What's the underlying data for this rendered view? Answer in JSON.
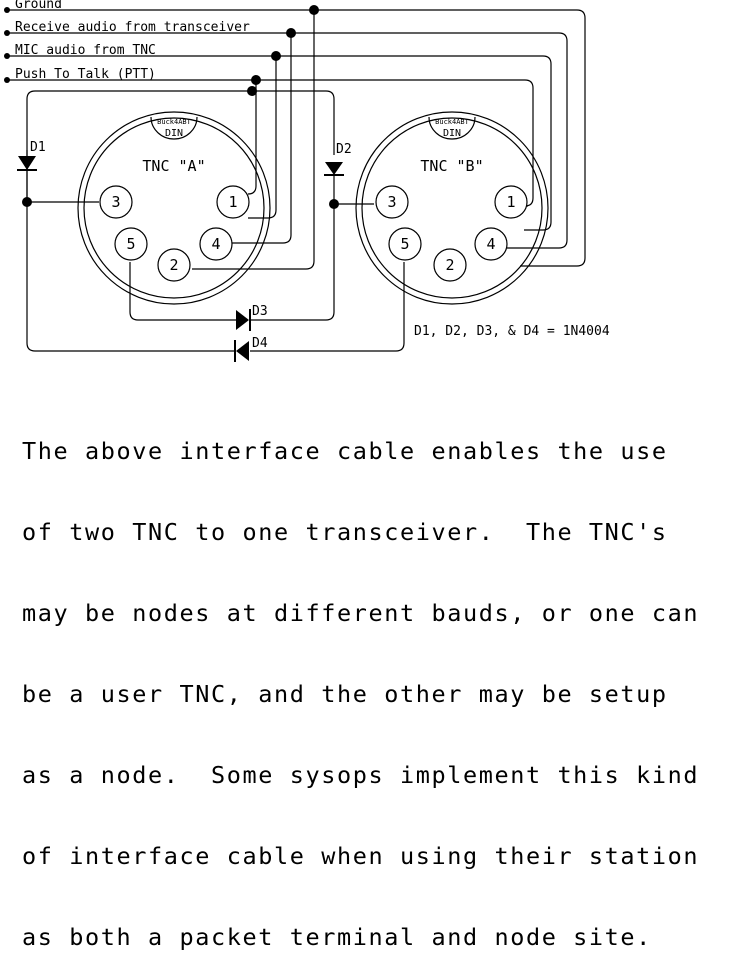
{
  "signals": {
    "ground": "Ground",
    "receive_audio": "Receive audio from transceiver",
    "mic_audio": "MIC audio from TNC",
    "ptt": "Push To Talk (PTT)"
  },
  "tnc_a": {
    "label": "TNC \"A\"",
    "connector": "DIN",
    "connector_maker": "Buck4ABT",
    "pins": [
      "1",
      "2",
      "3",
      "4",
      "5"
    ]
  },
  "tnc_b": {
    "label": "TNC \"B\"",
    "connector": "DIN",
    "connector_maker": "Buck4ABT",
    "pins": [
      "1",
      "2",
      "3",
      "4",
      "5"
    ]
  },
  "diodes": {
    "d1": "D1",
    "d2": "D2",
    "d3": "D3",
    "d4": "D4",
    "note": "D1, D2, D3, & D4 = 1N4004"
  },
  "caption": [
    "The above interface cable enables the use",
    "of two TNC to one transceiver.  The TNC's",
    "may be nodes at different bauds, or one can",
    "be a user TNC, and the other may be setup",
    "as a node.  Some sysops implement this kind",
    "of interface cable when using their station",
    "as both a packet terminal and node site."
  ]
}
